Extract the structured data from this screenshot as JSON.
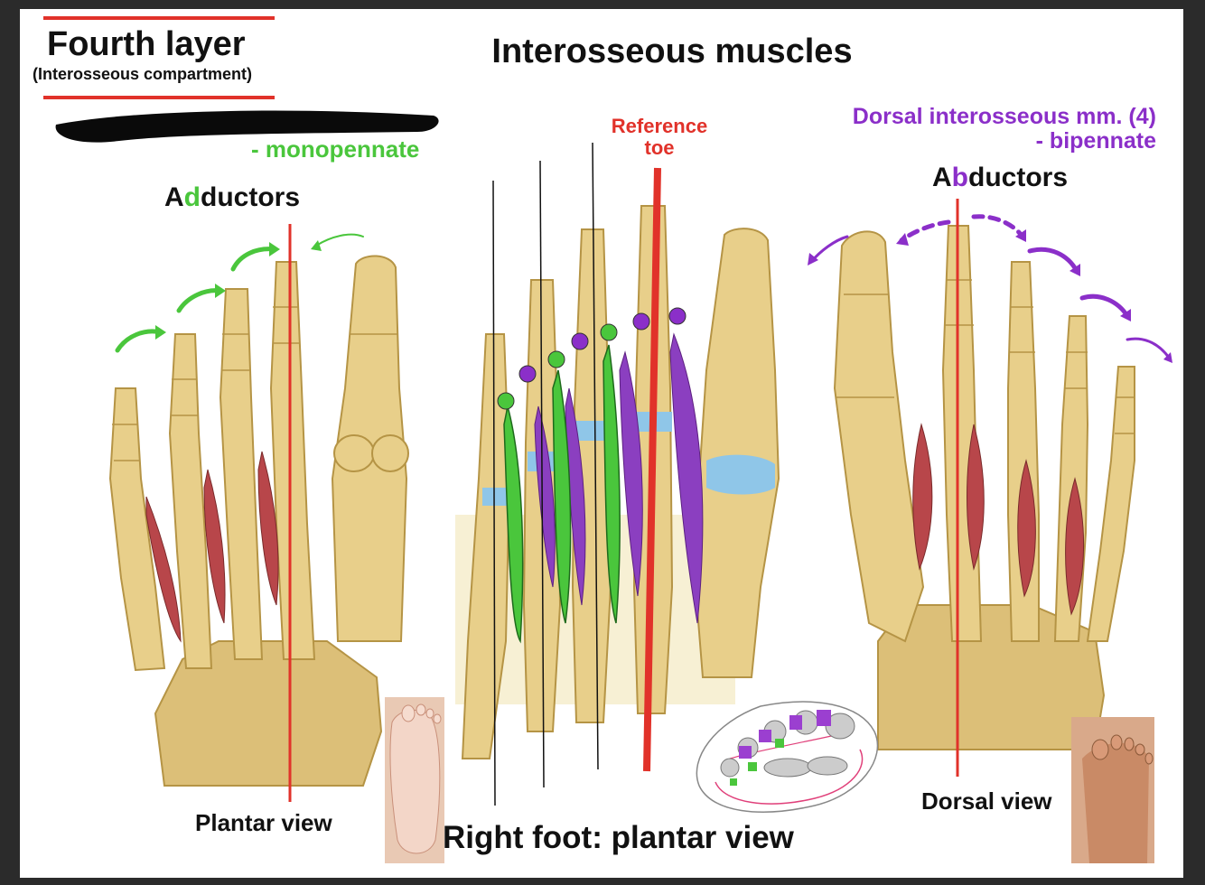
{
  "layer": {
    "title": "Fourth layer",
    "subtitle": "(Interosseous compartment)"
  },
  "main_title": "Interosseous muscles",
  "plantar_group": {
    "label": "- monopennate",
    "color": "#4ac63c"
  },
  "dorsal_group": {
    "line1": "Dorsal interosseous mm. (4)",
    "line2": "- bipennate",
    "color": "#8b2fc9"
  },
  "reference": {
    "line1": "Reference",
    "line2": "toe",
    "color": "#e1322a"
  },
  "adductors": {
    "pre": "A",
    "hl": "d",
    "post": "ductors"
  },
  "abductors": {
    "pre": "A",
    "hl": "b",
    "post": "ductors"
  },
  "captions": {
    "plantar_view": "Plantar view",
    "dorsal_view": "Dorsal view",
    "right_foot": "Right foot: plantar view"
  },
  "colors": {
    "bone": "#e8cf8a",
    "bone_edge": "#b59445",
    "muscle_red": "#b8464a",
    "cartilage": "#8fc6e8"
  }
}
